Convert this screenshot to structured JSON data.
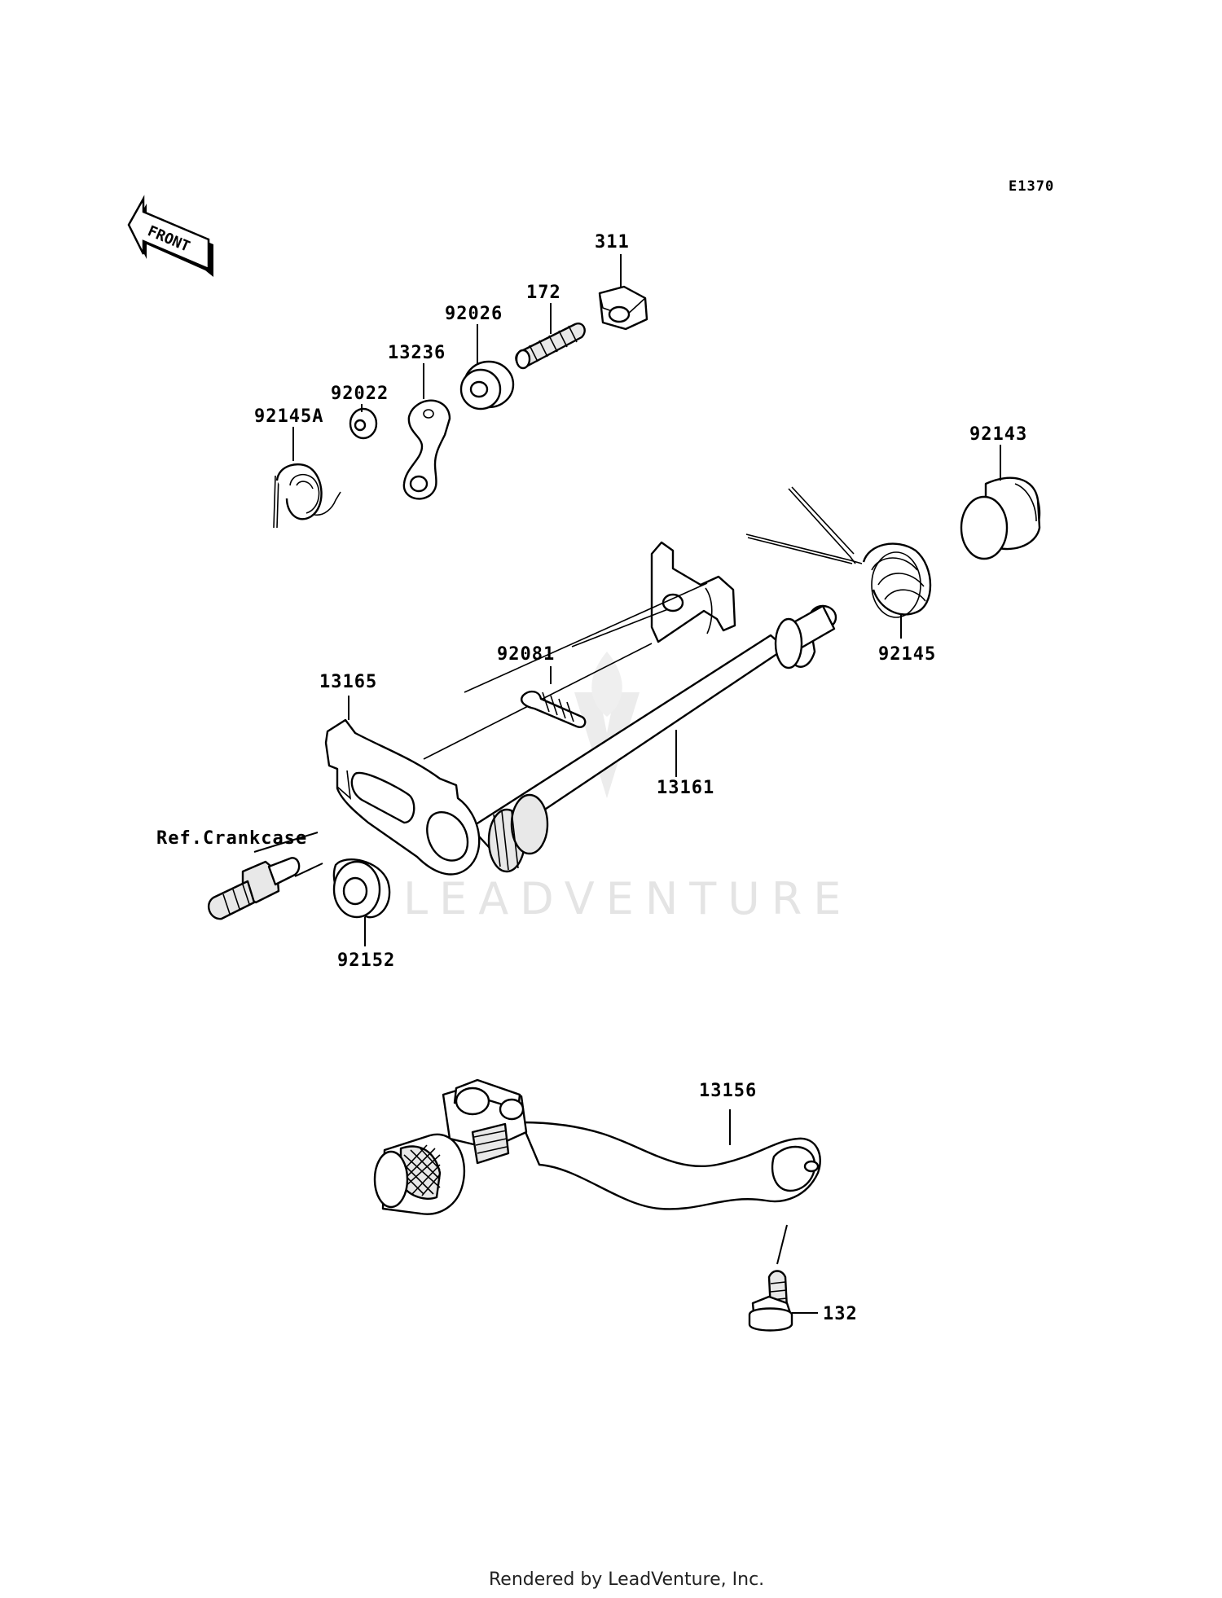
{
  "diagram_code": "E1370",
  "front_arrow": {
    "label": "FRONT",
    "icon": "front-direction-arrow-icon"
  },
  "parts": {
    "p311": "311",
    "p172": "172",
    "p92026": "92026",
    "p13236": "13236",
    "p92022": "92022",
    "p92145A": "92145A",
    "p92143": "92143",
    "p92145": "92145",
    "p92081": "92081",
    "p13165": "13165",
    "p13161": "13161",
    "ref_crankcase": "Ref.Crankcase",
    "p92152": "92152",
    "p13156": "13156",
    "p132": "132"
  },
  "watermark": "LEADVENTURE",
  "footer": "Rendered by LeadVenture, Inc."
}
